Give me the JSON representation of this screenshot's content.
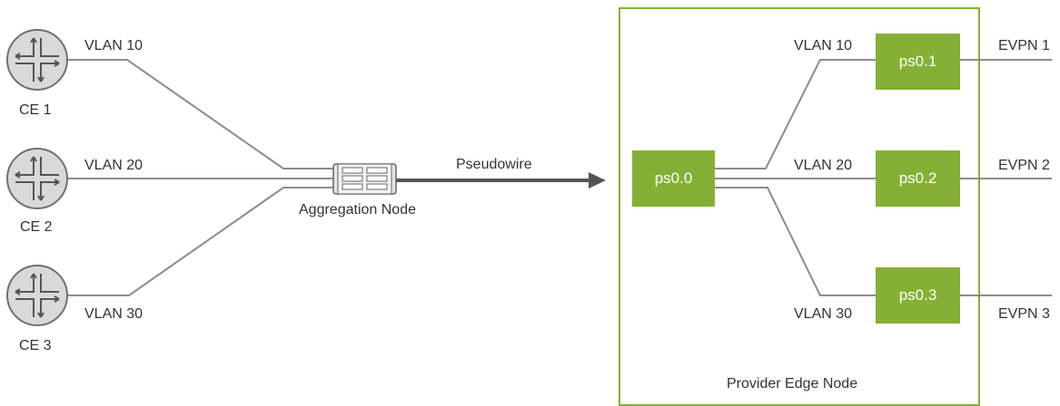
{
  "customer_edges": [
    {
      "name": "CE 1",
      "vlan": "VLAN 10"
    },
    {
      "name": "CE 2",
      "vlan": "VLAN 20"
    },
    {
      "name": "CE 3",
      "vlan": "VLAN 30"
    }
  ],
  "aggregation_node": {
    "label": "Aggregation Node"
  },
  "link": {
    "label": "Pseudowire"
  },
  "provider_edge": {
    "label": "Provider Edge Node",
    "anchor": "ps0.0",
    "services": [
      {
        "vlan": "VLAN 10",
        "interface": "ps0.1",
        "evpn": "EVPN 1"
      },
      {
        "vlan": "VLAN 20",
        "interface": "ps0.2",
        "evpn": "EVPN 2"
      },
      {
        "vlan": "VLAN 30",
        "interface": "ps0.3",
        "evpn": "EVPN 3"
      }
    ]
  },
  "colors": {
    "accent": "#84b135",
    "line": "#8c8c8c",
    "arrow": "#555555",
    "text": "#333333"
  }
}
